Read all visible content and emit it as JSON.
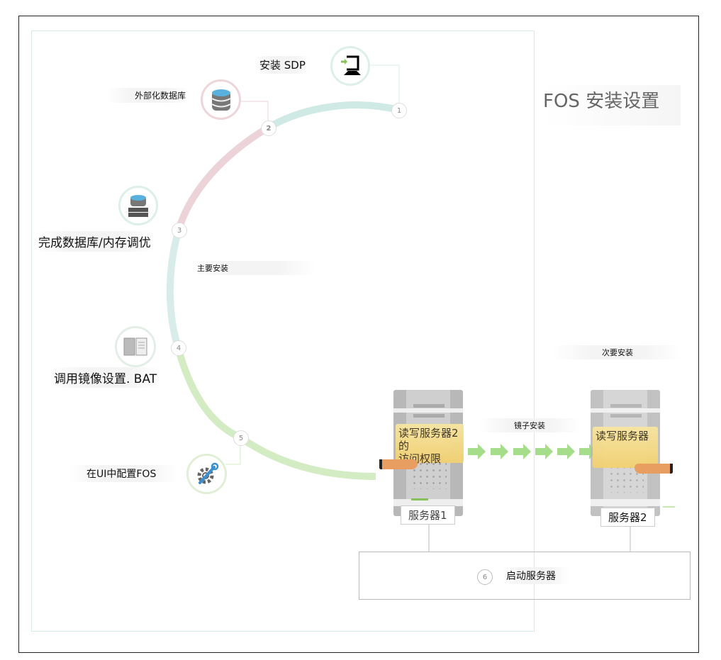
{
  "title": "FOS 安装设置",
  "main_label": "主要安装",
  "secondary_label": "次要安装",
  "mirror_label": "镜子安装",
  "steps": [
    {
      "num": "1",
      "label": "安装 SDP",
      "icon": "monitor-icon"
    },
    {
      "num": "2",
      "label": "外部化数据库",
      "icon": "database-icon"
    },
    {
      "num": "3",
      "label": "完成数据库/内存调优",
      "icon": "database-server-icon"
    },
    {
      "num": "4",
      "label": "调用镜像设置. BAT",
      "icon": "documents-icon"
    },
    {
      "num": "5",
      "label": "在UI中配置FOS",
      "icon": "gear-wrench-icon"
    },
    {
      "num": "6",
      "label": "启动服务器"
    }
  ],
  "server1": {
    "name": "服务器1",
    "folder_text_line1": "读写服务器2的",
    "folder_text_line2": "访问权限"
  },
  "server2": {
    "name": "服务器2",
    "folder_text": "读写服务器"
  },
  "colors": {
    "teal": "#cfe9e4",
    "pink": "#ecd3d8",
    "green": "#d3ecc4",
    "arrow": "#a6dd8a"
  }
}
